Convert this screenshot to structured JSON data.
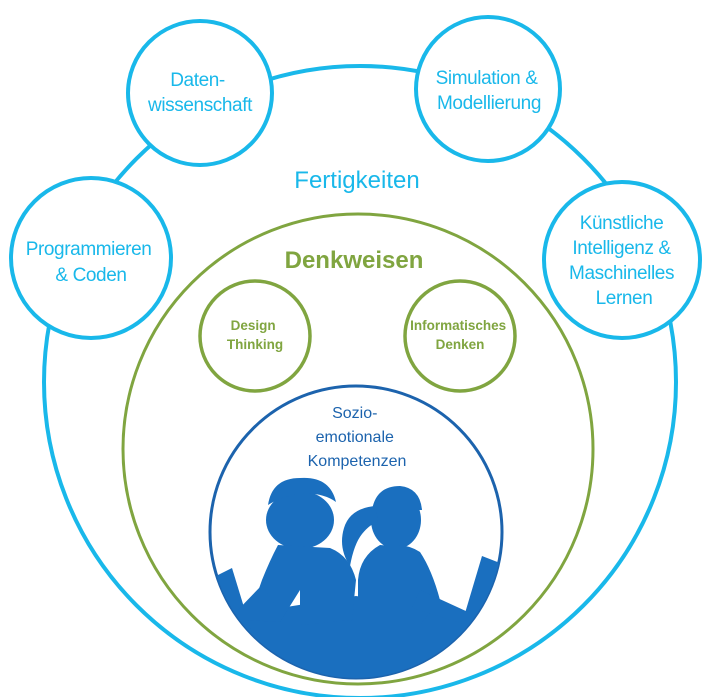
{
  "colors": {
    "cyan": "#19b8ea",
    "green": "#80a540",
    "blue": "#1c63ad",
    "silhouette": "#1a6fbf",
    "background": "#ffffff"
  },
  "skills": {
    "heading": "Fertigkeiten",
    "items": [
      {
        "id": "data-science",
        "lines": [
          "Daten-",
          "wissenschaft"
        ]
      },
      {
        "id": "simulation",
        "lines": [
          "Simulation &",
          "Modellierung"
        ]
      },
      {
        "id": "programming",
        "lines": [
          "Programmieren",
          "& Coden"
        ]
      },
      {
        "id": "ai-ml",
        "lines": [
          "Künstliche",
          "Intelligenz &",
          "Maschinelles",
          "Lernen"
        ]
      }
    ]
  },
  "mindsets": {
    "heading": "Denkweisen",
    "items": [
      {
        "id": "design-thinking",
        "lines": [
          "Design",
          "Thinking"
        ]
      },
      {
        "id": "computational-thinking",
        "lines": [
          "Informatisches",
          "Denken"
        ]
      }
    ]
  },
  "socio_emotional": {
    "lines": [
      "Sozio-",
      "emotionale",
      "Kompetenzen"
    ],
    "illustration": "two-students-with-laptops-silhouette"
  }
}
